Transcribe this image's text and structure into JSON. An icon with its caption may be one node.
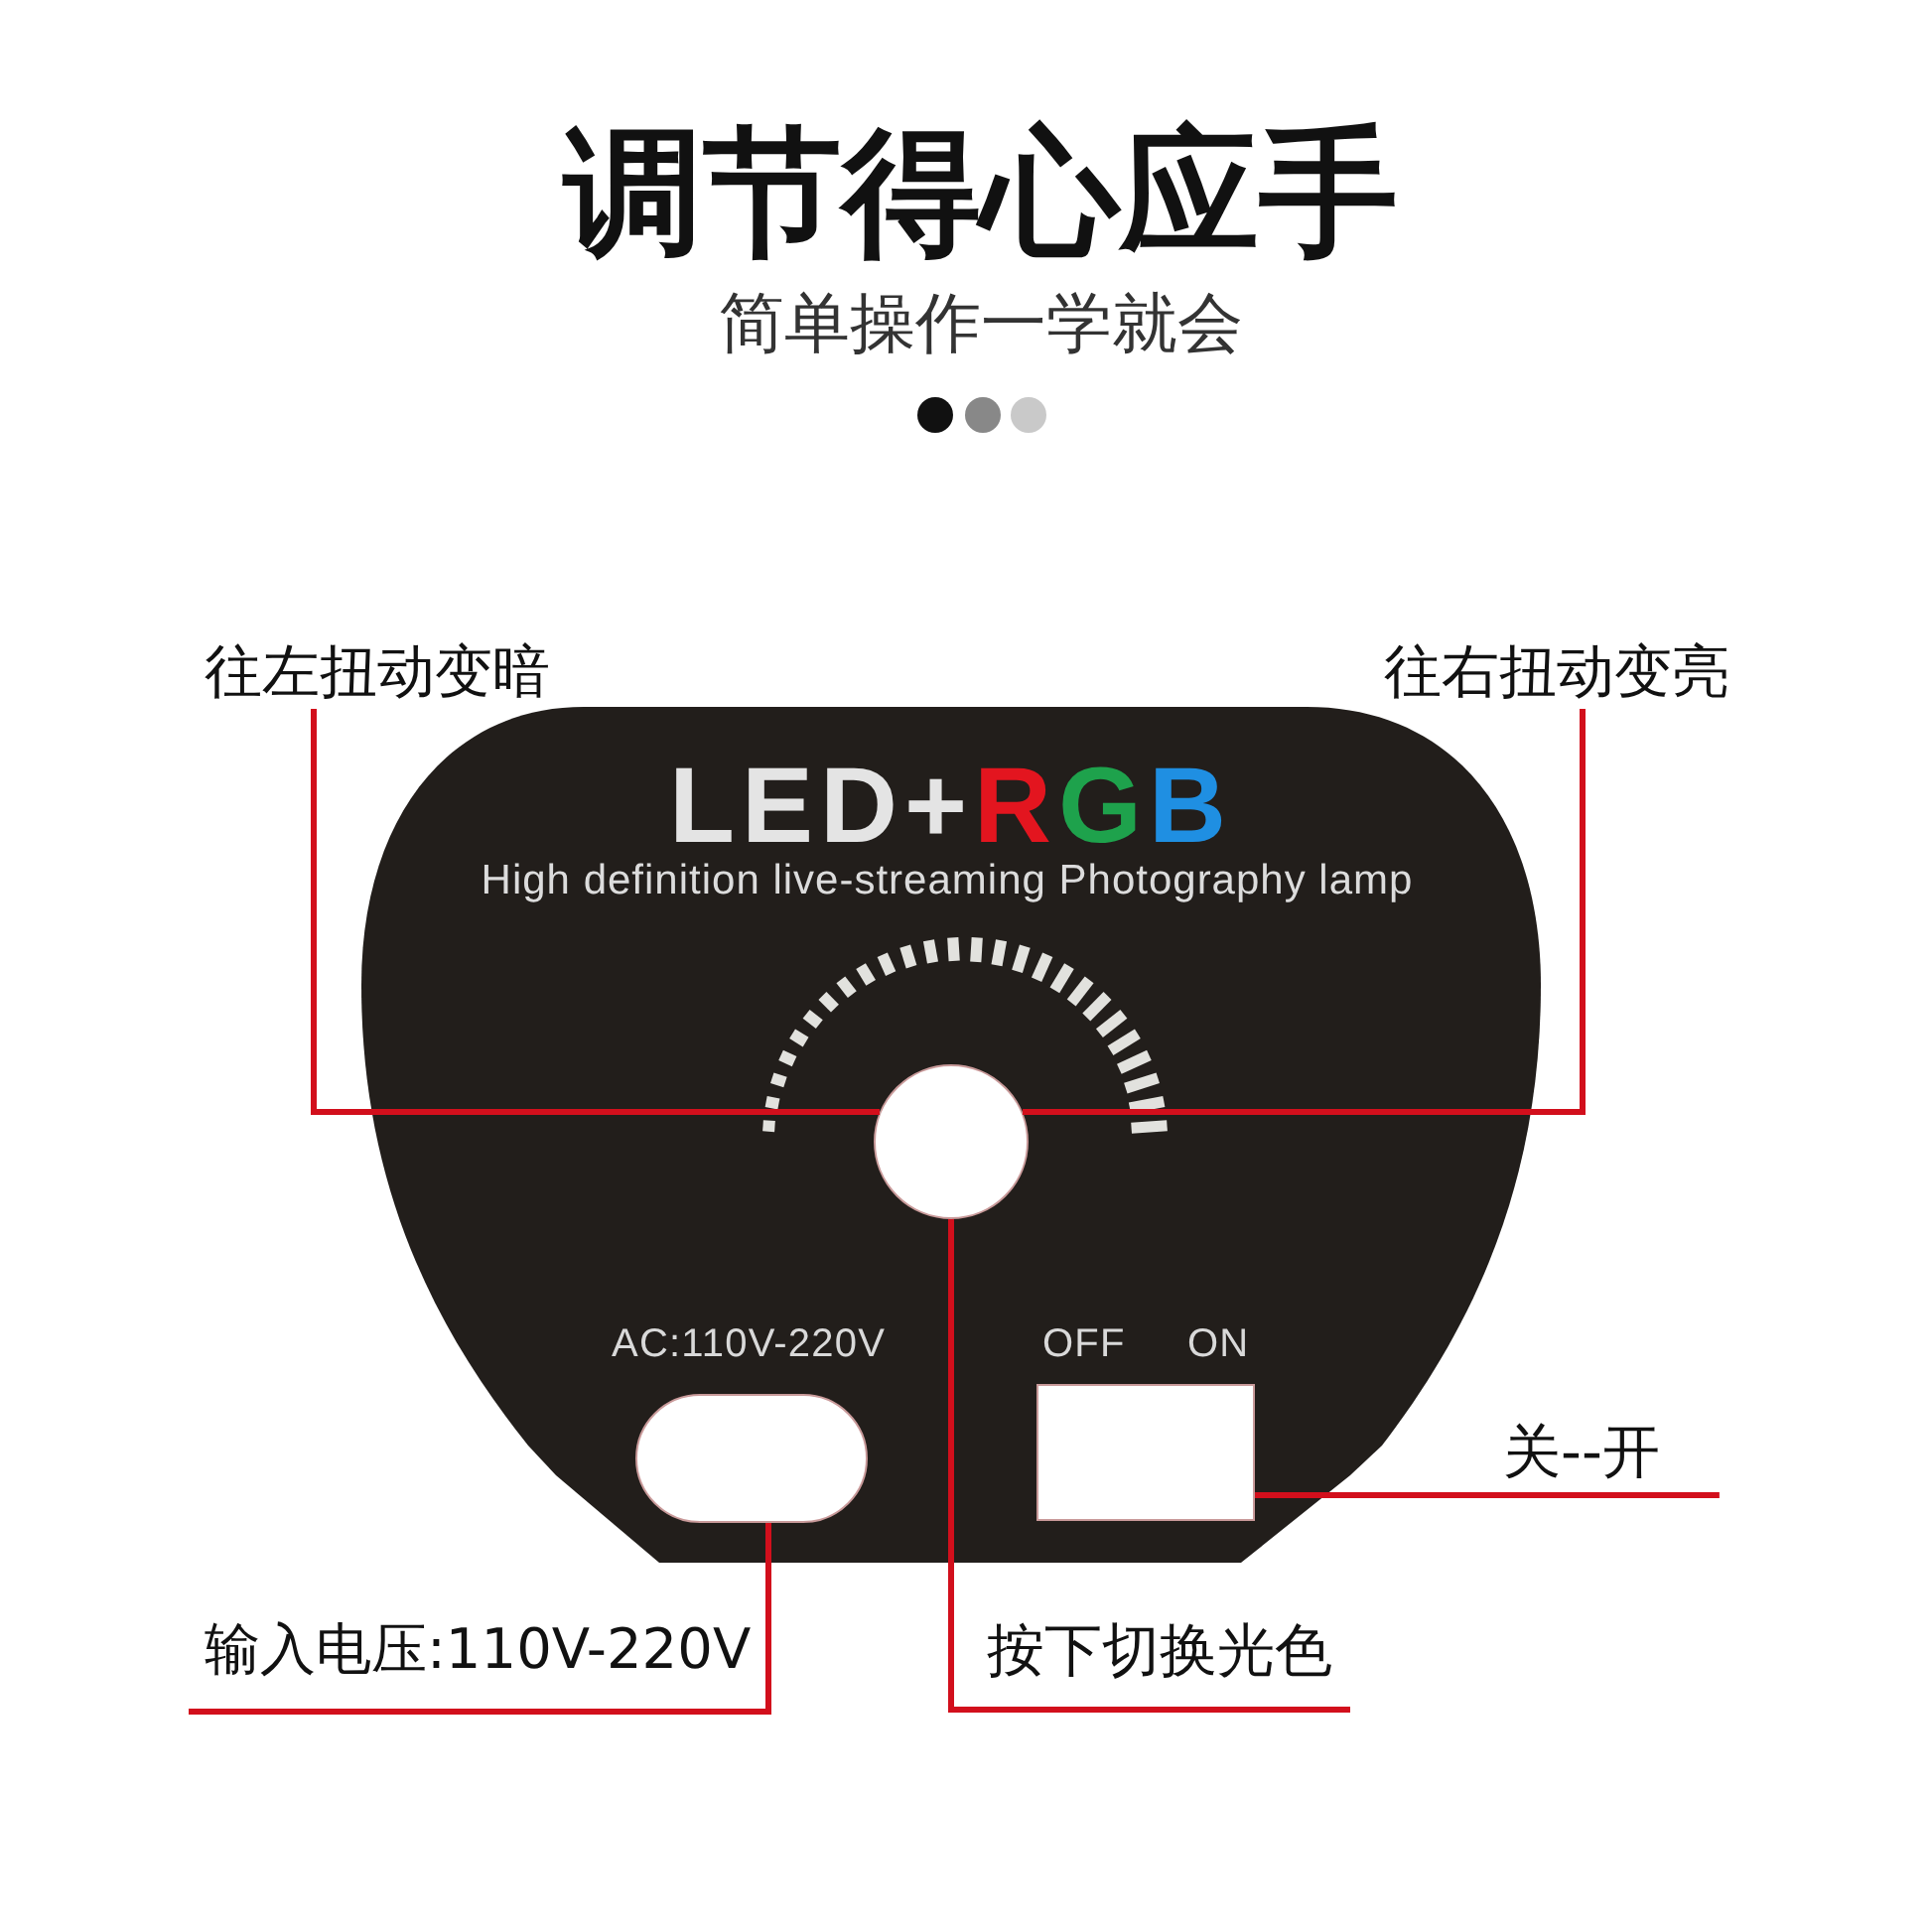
{
  "diagram": {
    "title": "调节得心应手",
    "nodes": [
      {
        "text": [
          "往左扭动变暗"
        ]
      },
      {
        "text": [
          "往右扭动变亮"
        ]
      },
      {
        "text": [
          "LED+RGB",
          "High definition live-streaming Photography lamp"
        ]
      },
      {
        "text": [],
        "shape": "circle",
        "in": 2
      },
      {
        "text": [],
        "shape": "pill",
        "in": 2,
        "beside": [
          "AC:110V-220V"
        ]
      },
      {
        "text": [],
        "shape": "box",
        "in": 2,
        "beside": [
          "OFF",
          "ON"
        ]
      },
      {
        "text": [
          "关--开"
        ]
      },
      {
        "text": [
          "输入电压:110V-220V"
        ]
      },
      {
        "text": [
          "按下切换光色"
        ]
      }
    ],
    "edges": [
      {
        "from": 0,
        "to": 3,
        "arrow": "none"
      },
      {
        "from": 1,
        "to": 3,
        "arrow": "none"
      },
      {
        "from": 6,
        "to": 5,
        "arrow": "none"
      },
      {
        "from": 7,
        "to": 4,
        "arrow": "none"
      },
      {
        "from": 8,
        "to": 3,
        "arrow": "none"
      }
    ],
    "labels": [
      "简单操作一学就会"
    ]
  }
}
